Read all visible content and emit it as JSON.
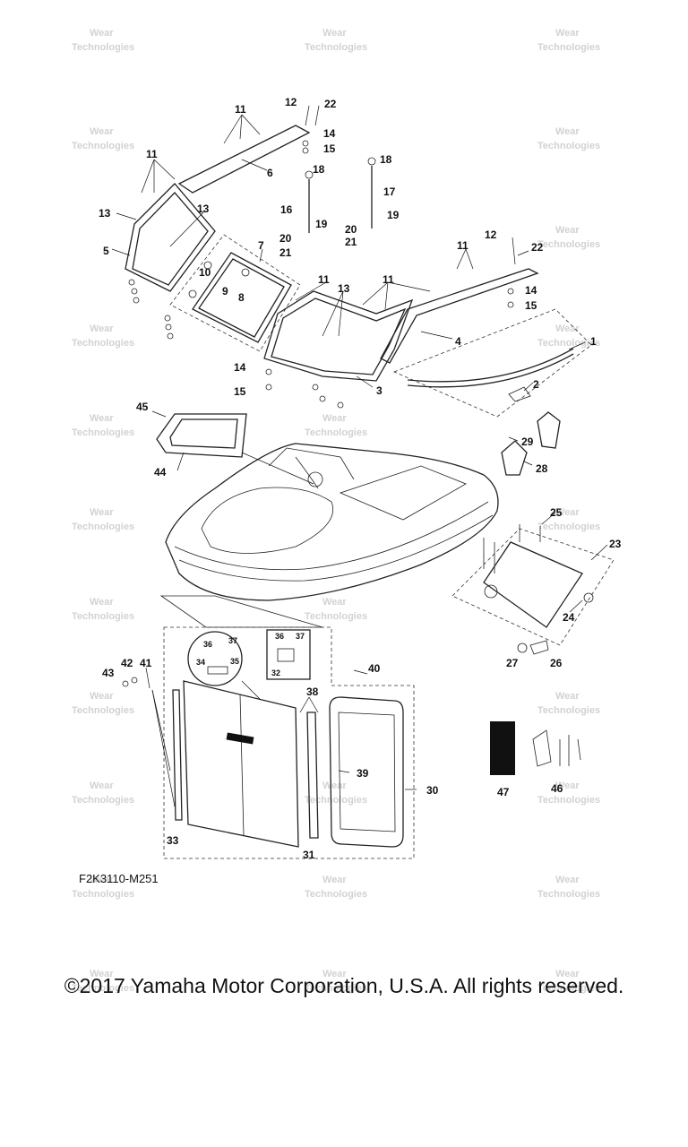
{
  "diagram": {
    "drawing_code": "F2K3110-M251",
    "copyright": "©2017 Yamaha Motor Corporation, U.S.A. All rights reserved.",
    "watermark": [
      "Wear",
      "Technologies"
    ],
    "callouts": {
      "c1": "1",
      "c2": "2",
      "c3": "3",
      "c4": "4",
      "c5": "5",
      "c6": "6",
      "c7": "7",
      "c8": "8",
      "c9": "9",
      "c10": "10",
      "c11a": "11",
      "c11b": "11",
      "c11c": "11",
      "c11d": "11",
      "c11e": "11",
      "c12a": "12",
      "c12b": "12",
      "c13a": "13",
      "c13b": "13",
      "c13c": "13",
      "c14a": "14",
      "c14b": "14",
      "c14c": "14",
      "c15a": "15",
      "c15b": "15",
      "c15c": "15",
      "c16": "16",
      "c17": "17",
      "c18a": "18",
      "c18b": "18",
      "c19a": "19",
      "c19b": "19",
      "c20a": "20",
      "c20b": "20",
      "c21a": "21",
      "c21b": "21",
      "c22a": "22",
      "c22b": "22",
      "c23": "23",
      "c24": "24",
      "c25": "25",
      "c26": "26",
      "c27": "27",
      "c28": "28",
      "c29": "29",
      "c30": "30",
      "c31": "31",
      "c32": "32",
      "c33": "33",
      "c34": "34",
      "c35": "35",
      "c36a": "36",
      "c36b": "36",
      "c37a": "37",
      "c37b": "37",
      "c38": "38",
      "c39": "39",
      "c40": "40",
      "c41": "41",
      "c42": "42",
      "c43": "43",
      "c44": "44",
      "c45": "45",
      "c46": "46",
      "c47": "47"
    }
  }
}
